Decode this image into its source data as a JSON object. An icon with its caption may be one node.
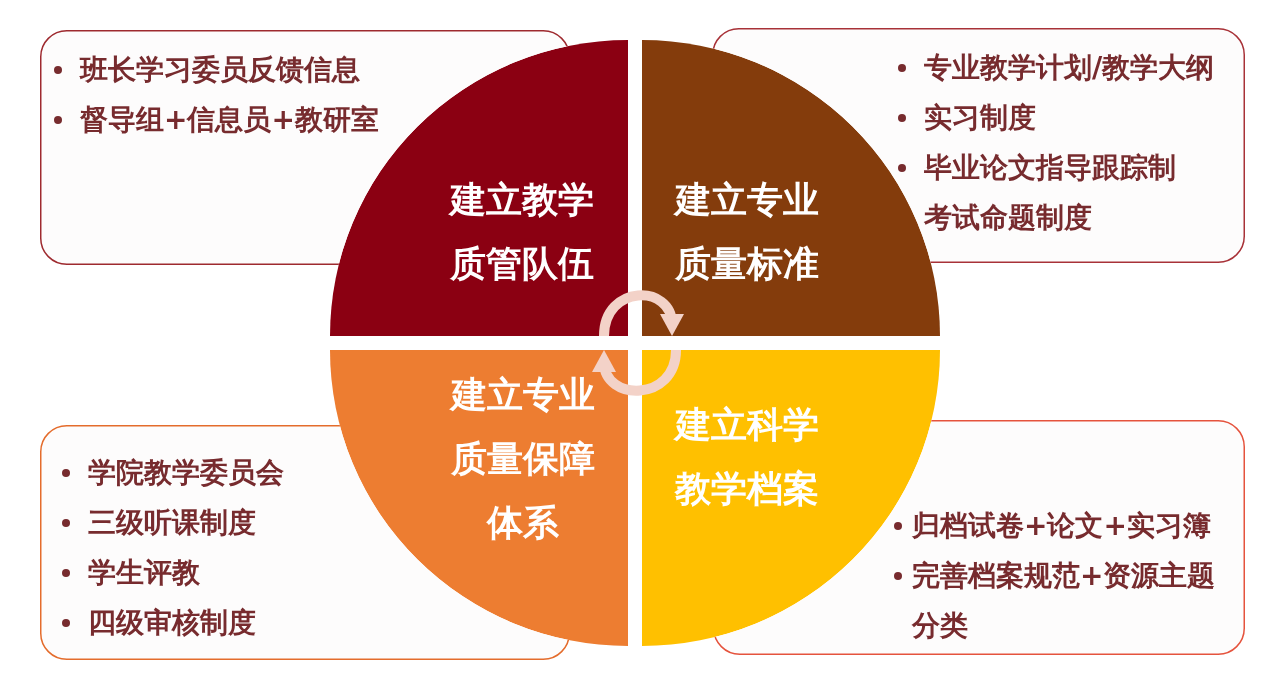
{
  "diagram": {
    "nodes": [
      {
        "text": [
          "班长学习委员反馈信息",
          "督导组+信息员+教研室"
        ]
      },
      {
        "text": [
          "建立教学质管队伍"
        ]
      },
      {
        "text": [
          "建立专业质量标准"
        ]
      },
      {
        "text": [
          "专业教学计划/教学大纲",
          "实习制度",
          "毕业论文指导跟踪制",
          "考试命题制度"
        ]
      },
      {
        "text": [
          "学院教学委员会",
          "三级听课制度",
          "学生评教",
          "四级审核制度"
        ]
      },
      {
        "text": [
          "建立专业质量保障体系"
        ]
      },
      {
        "text": [
          "建立科学教学档案"
        ]
      },
      {
        "text": [
          "归档试卷+论文+实习簿",
          "完善档案规范+资源主题分类"
        ]
      }
    ],
    "edges": [
      {
        "from": 1,
        "to": 2,
        "arrow": "to"
      },
      {
        "from": 6,
        "to": 5,
        "arrow": "to"
      }
    ]
  }
}
